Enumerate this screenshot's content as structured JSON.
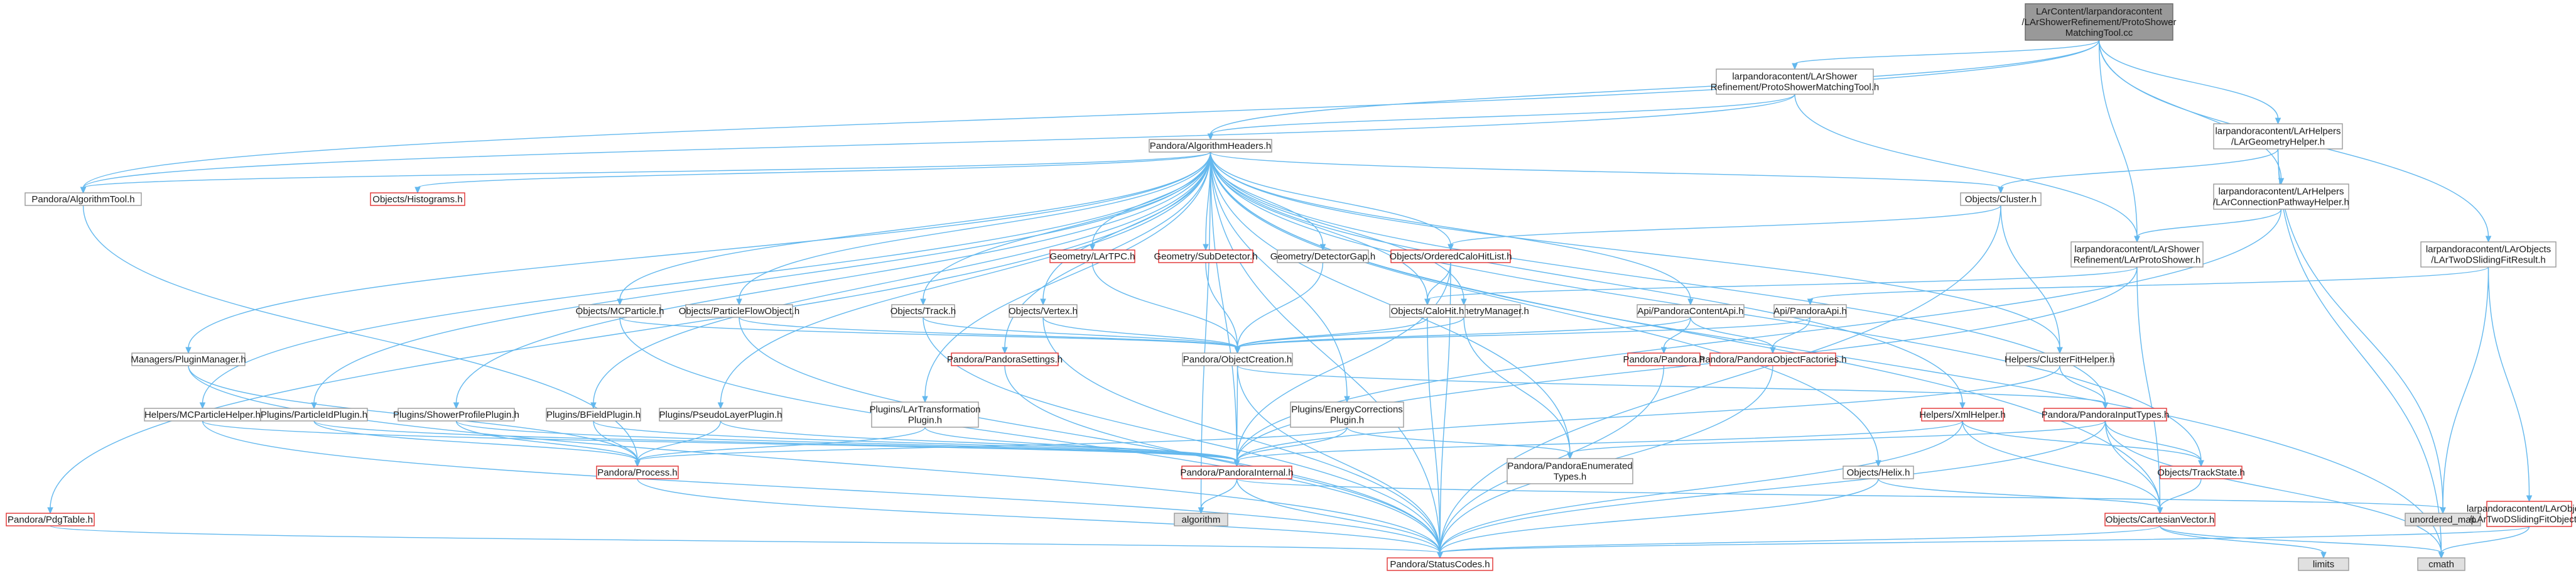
{
  "graph": {
    "nodes": [
      {
        "id": "root",
        "lines": [
          "LArContent/larpandoracontent",
          "/LArShowerRefinement/ProtoShower",
          "MatchingTool.cc"
        ],
        "style": "root"
      },
      {
        "id": "psmt_h",
        "lines": [
          "larpandoracontent/LArShower",
          "Refinement/ProtoShowerMatchingTool.h"
        ],
        "style": "normal"
      },
      {
        "id": "alg_headers",
        "lines": [
          "Pandora/AlgorithmHeaders.h"
        ],
        "style": "normal"
      },
      {
        "id": "alg_tool",
        "lines": [
          "Pandora/AlgorithmTool.h"
        ],
        "style": "normal"
      },
      {
        "id": "histograms",
        "lines": [
          "Objects/Histograms.h"
        ],
        "style": "red"
      },
      {
        "id": "geom_helper",
        "lines": [
          "larpandoracontent/LArHelpers",
          "/LArGeometryHelper.h"
        ],
        "style": "normal"
      },
      {
        "id": "conn_helper",
        "lines": [
          "larpandoracontent/LArHelpers",
          "/LArConnectionPathwayHelper.h"
        ],
        "style": "normal"
      },
      {
        "id": "cluster",
        "lines": [
          "Objects/Cluster.h"
        ],
        "style": "normal"
      },
      {
        "id": "proto_shower",
        "lines": [
          "larpandoracontent/LArShower",
          "Refinement/LArProtoShower.h"
        ],
        "style": "normal"
      },
      {
        "id": "sliding_res",
        "lines": [
          "larpandoracontent/LArObjects",
          "/LArTwoDSlidingFitResult.h"
        ],
        "style": "normal"
      },
      {
        "id": "lartpc",
        "lines": [
          "Geometry/LArTPC.h"
        ],
        "style": "red"
      },
      {
        "id": "subdet",
        "lines": [
          "Geometry/SubDetector.h"
        ],
        "style": "red"
      },
      {
        "id": "detgap",
        "lines": [
          "Geometry/DetectorGap.h"
        ],
        "style": "normal"
      },
      {
        "id": "ordered",
        "lines": [
          "Objects/OrderedCaloHitList.h"
        ],
        "style": "red"
      },
      {
        "id": "mcparticle",
        "lines": [
          "Objects/MCParticle.h"
        ],
        "style": "normal"
      },
      {
        "id": "pfo",
        "lines": [
          "Objects/ParticleFlowObject.h"
        ],
        "style": "normal"
      },
      {
        "id": "track",
        "lines": [
          "Objects/Track.h"
        ],
        "style": "normal"
      },
      {
        "id": "vertex",
        "lines": [
          "Objects/Vertex.h"
        ],
        "style": "normal"
      },
      {
        "id": "geommgr",
        "lines": [
          "Managers/GeometryManager.h"
        ],
        "style": "normal"
      },
      {
        "id": "calohit",
        "lines": [
          "Objects/CaloHit.h"
        ],
        "style": "normal"
      },
      {
        "id": "contentapi",
        "lines": [
          "Api/PandoraContentApi.h"
        ],
        "style": "normal"
      },
      {
        "id": "pandoraapi",
        "lines": [
          "Api/PandoraApi.h"
        ],
        "style": "normal"
      },
      {
        "id": "pluginmgr",
        "lines": [
          "Managers/PluginManager.h"
        ],
        "style": "normal"
      },
      {
        "id": "settings",
        "lines": [
          "Pandora/PandoraSettings.h"
        ],
        "style": "red"
      },
      {
        "id": "objcreation",
        "lines": [
          "Pandora/ObjectCreation.h"
        ],
        "style": "normal"
      },
      {
        "id": "pandora",
        "lines": [
          "Pandora/Pandora.h"
        ],
        "style": "red"
      },
      {
        "id": "objfactories",
        "lines": [
          "Pandora/PandoraObjectFactories.h"
        ],
        "style": "red"
      },
      {
        "id": "clusterfit",
        "lines": [
          "Helpers/ClusterFitHelper.h"
        ],
        "style": "normal"
      },
      {
        "id": "mchelper",
        "lines": [
          "Helpers/MCParticleHelper.h"
        ],
        "style": "normal"
      },
      {
        "id": "pidplugin",
        "lines": [
          "Plugins/ParticleIdPlugin.h"
        ],
        "style": "normal"
      },
      {
        "id": "showerprofile",
        "lines": [
          "Plugins/ShowerProfilePlugin.h"
        ],
        "style": "normal"
      },
      {
        "id": "bfield",
        "lines": [
          "Plugins/BFieldPlugin.h"
        ],
        "style": "normal"
      },
      {
        "id": "pseudolayer",
        "lines": [
          "Plugins/PseudoLayerPlugin.h"
        ],
        "style": "normal"
      },
      {
        "id": "lartransf",
        "lines": [
          "Plugins/LArTransformation",
          "Plugin.h"
        ],
        "style": "normal"
      },
      {
        "id": "energycorr",
        "lines": [
          "Plugins/EnergyCorrections",
          "Plugin.h"
        ],
        "style": "normal"
      },
      {
        "id": "xmlhelper",
        "lines": [
          "Helpers/XmlHelper.h"
        ],
        "style": "red"
      },
      {
        "id": "inputtypes",
        "lines": [
          "Pandora/PandoraInputTypes.h"
        ],
        "style": "red"
      },
      {
        "id": "process",
        "lines": [
          "Pandora/Process.h"
        ],
        "style": "red"
      },
      {
        "id": "internal",
        "lines": [
          "Pandora/PandoraInternal.h"
        ],
        "style": "red"
      },
      {
        "id": "enumerated",
        "lines": [
          "Pandora/PandoraEnumerated",
          "Types.h"
        ],
        "style": "normal"
      },
      {
        "id": "helix",
        "lines": [
          "Objects/Helix.h"
        ],
        "style": "normal"
      },
      {
        "id": "trackstate",
        "lines": [
          "Objects/TrackState.h"
        ],
        "style": "red"
      },
      {
        "id": "cartesian",
        "lines": [
          "Objects/CartesianVector.h"
        ],
        "style": "red"
      },
      {
        "id": "pdgtable",
        "lines": [
          "Pandora/PdgTable.h"
        ],
        "style": "red"
      },
      {
        "id": "algorithm",
        "lines": [
          "algorithm"
        ],
        "style": "gray"
      },
      {
        "id": "unordered_map",
        "lines": [
          "unordered_map"
        ],
        "style": "gray"
      },
      {
        "id": "sliding_objs",
        "lines": [
          "larpandoracontent/LArObjects",
          "/LArTwoDSlidingFitObjects.h"
        ],
        "style": "red"
      },
      {
        "id": "statuscodes",
        "lines": [
          "Pandora/StatusCodes.h"
        ],
        "style": "red"
      },
      {
        "id": "limits",
        "lines": [
          "limits"
        ],
        "style": "gray"
      },
      {
        "id": "cmath",
        "lines": [
          "cmath"
        ],
        "style": "gray"
      }
    ],
    "edges": [
      [
        "root",
        "psmt_h"
      ],
      [
        "root",
        "alg_headers"
      ],
      [
        "root",
        "alg_tool"
      ],
      [
        "root",
        "geom_helper"
      ],
      [
        "root",
        "conn_helper"
      ],
      [
        "root",
        "proto_shower"
      ],
      [
        "root",
        "sliding_res"
      ],
      [
        "psmt_h",
        "alg_headers"
      ],
      [
        "psmt_h",
        "alg_tool"
      ],
      [
        "psmt_h",
        "proto_shower"
      ],
      [
        "alg_headers",
        "alg_tool"
      ],
      [
        "alg_headers",
        "histograms"
      ],
      [
        "alg_headers",
        "cluster"
      ],
      [
        "alg_headers",
        "lartpc"
      ],
      [
        "alg_headers",
        "subdet"
      ],
      [
        "alg_headers",
        "detgap"
      ],
      [
        "alg_headers",
        "ordered"
      ],
      [
        "alg_headers",
        "mcparticle"
      ],
      [
        "alg_headers",
        "pfo"
      ],
      [
        "alg_headers",
        "track"
      ],
      [
        "alg_headers",
        "vertex"
      ],
      [
        "alg_headers",
        "geommgr"
      ],
      [
        "alg_headers",
        "calohit"
      ],
      [
        "alg_headers",
        "contentapi"
      ],
      [
        "alg_headers",
        "pluginmgr"
      ],
      [
        "alg_headers",
        "settings"
      ],
      [
        "alg_headers",
        "clusterfit"
      ],
      [
        "alg_headers",
        "mchelper"
      ],
      [
        "alg_headers",
        "pidplugin"
      ],
      [
        "alg_headers",
        "showerprofile"
      ],
      [
        "alg_headers",
        "bfield"
      ],
      [
        "alg_headers",
        "pseudolayer"
      ],
      [
        "alg_headers",
        "lartransf"
      ],
      [
        "alg_headers",
        "energycorr"
      ],
      [
        "alg_headers",
        "xmlhelper"
      ],
      [
        "alg_headers",
        "inputtypes"
      ],
      [
        "alg_headers",
        "internal"
      ],
      [
        "alg_headers",
        "enumerated"
      ],
      [
        "alg_headers",
        "helix"
      ],
      [
        "alg_headers",
        "trackstate"
      ],
      [
        "alg_headers",
        "cartesian"
      ],
      [
        "alg_headers",
        "pdgtable"
      ],
      [
        "alg_headers",
        "algorithm"
      ],
      [
        "alg_headers",
        "statuscodes"
      ],
      [
        "alg_headers",
        "cmath"
      ],
      [
        "alg_tool",
        "process"
      ],
      [
        "geom_helper",
        "cluster"
      ],
      [
        "geom_helper",
        "unordered_map"
      ],
      [
        "geom_helper",
        "cmath"
      ],
      [
        "conn_helper",
        "proto_shower"
      ],
      [
        "conn_helper",
        "internal"
      ],
      [
        "cluster",
        "ordered"
      ],
      [
        "cluster",
        "clusterfit"
      ],
      [
        "cluster",
        "statuscodes"
      ],
      [
        "proto_shower",
        "calohit"
      ],
      [
        "proto_shower",
        "internal"
      ],
      [
        "proto_shower",
        "cartesian"
      ],
      [
        "sliding_res",
        "pandoraapi"
      ],
      [
        "sliding_res",
        "sliding_objs"
      ],
      [
        "sliding_res",
        "unordered_map"
      ],
      [
        "lartpc",
        "objcreation"
      ],
      [
        "subdet",
        "objcreation"
      ],
      [
        "detgap",
        "objcreation"
      ],
      [
        "ordered",
        "calohit"
      ],
      [
        "ordered",
        "internal"
      ],
      [
        "ordered",
        "statuscodes"
      ],
      [
        "mcparticle",
        "objcreation"
      ],
      [
        "mcparticle",
        "statuscodes"
      ],
      [
        "pfo",
        "objcreation"
      ],
      [
        "pfo",
        "statuscodes"
      ],
      [
        "track",
        "objcreation"
      ],
      [
        "track",
        "statuscodes"
      ],
      [
        "vertex",
        "objcreation"
      ],
      [
        "vertex",
        "statuscodes"
      ],
      [
        "geommgr",
        "objcreation"
      ],
      [
        "geommgr",
        "enumerated"
      ],
      [
        "calohit",
        "objcreation"
      ],
      [
        "calohit",
        "statuscodes"
      ],
      [
        "contentapi",
        "objcreation"
      ],
      [
        "contentapi",
        "pandora"
      ],
      [
        "contentapi",
        "objfactories"
      ],
      [
        "pandoraapi",
        "objcreation"
      ],
      [
        "pandoraapi",
        "objfactories"
      ],
      [
        "pluginmgr",
        "process"
      ],
      [
        "pluginmgr",
        "statuscodes"
      ],
      [
        "settings",
        "statuscodes"
      ],
      [
        "objcreation",
        "internal"
      ],
      [
        "objcreation",
        "inputtypes"
      ],
      [
        "objcreation",
        "statuscodes"
      ],
      [
        "pandora",
        "statuscodes"
      ],
      [
        "objfactories",
        "statuscodes"
      ],
      [
        "clusterfit",
        "inputtypes"
      ],
      [
        "clusterfit",
        "internal"
      ],
      [
        "mchelper",
        "internal"
      ],
      [
        "mchelper",
        "statuscodes"
      ],
      [
        "pidplugin",
        "process"
      ],
      [
        "pidplugin",
        "internal"
      ],
      [
        "showerprofile",
        "process"
      ],
      [
        "showerprofile",
        "internal"
      ],
      [
        "bfield",
        "process"
      ],
      [
        "bfield",
        "internal"
      ],
      [
        "pseudolayer",
        "process"
      ],
      [
        "pseudolayer",
        "internal"
      ],
      [
        "lartransf",
        "process"
      ],
      [
        "lartransf",
        "internal"
      ],
      [
        "energycorr",
        "process"
      ],
      [
        "energycorr",
        "internal"
      ],
      [
        "energycorr",
        "enumerated"
      ],
      [
        "xmlhelper",
        "trackstate"
      ],
      [
        "xmlhelper",
        "cartesian"
      ],
      [
        "xmlhelper",
        "internal"
      ],
      [
        "xmlhelper",
        "statuscodes"
      ],
      [
        "inputtypes",
        "trackstate"
      ],
      [
        "inputtypes",
        "cartesian"
      ],
      [
        "inputtypes",
        "enumerated"
      ],
      [
        "inputtypes",
        "statuscodes"
      ],
      [
        "inputtypes",
        "cmath"
      ],
      [
        "process",
        "statuscodes"
      ],
      [
        "internal",
        "algorithm"
      ],
      [
        "internal",
        "unordered_map"
      ],
      [
        "internal",
        "statuscodes"
      ],
      [
        "helix",
        "cartesian"
      ],
      [
        "helix",
        "statuscodes"
      ],
      [
        "trackstate",
        "cartesian"
      ],
      [
        "cartesian",
        "statuscodes"
      ],
      [
        "cartesian",
        "limits"
      ],
      [
        "cartesian",
        "cmath"
      ],
      [
        "pdgtable",
        "statuscodes"
      ],
      [
        "sliding_objs",
        "statuscodes"
      ],
      [
        "sliding_objs",
        "cmath"
      ]
    ]
  }
}
